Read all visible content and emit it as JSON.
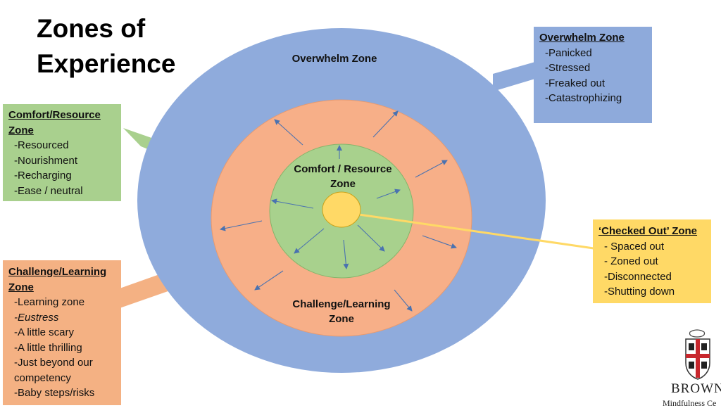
{
  "title": "Zones of\nExperience",
  "colors": {
    "overwhelm": "#8fabdc",
    "challenge": "#f7af88",
    "comfort": "#a8d18d",
    "checked_out": "#ffd966",
    "comfort_box": "#a9d08e",
    "overwhelm_box": "#8eaadb",
    "challenge_box": "#f4b183",
    "checked_box": "#ffd966",
    "arrow": "#4a72b0"
  },
  "zones": {
    "overwhelm": "Overwhelm  Zone",
    "comfort": "Comfort / Resource\nZone",
    "challenge": "Challenge/Learning\nZone"
  },
  "boxes": {
    "overwhelm": {
      "title": "Overwhelm Zone",
      "items": [
        "-Panicked",
        "-Stressed",
        "-Freaked out",
        "-Catastrophizing"
      ]
    },
    "comfort": {
      "title": "Comfort/Resource\nZone",
      "items": [
        "-Resourced",
        "-Nourishment",
        "-Recharging",
        "-Ease / neutral"
      ]
    },
    "checked_out": {
      "title": "‘Checked Out’ Zone",
      "items": [
        "- Spaced out",
        "- Zoned out",
        "-Disconnected",
        "-Shutting down"
      ]
    },
    "challenge": {
      "title": "Challenge/Learning\nZone",
      "items": [
        "-Learning zone",
        "-Eustress",
        "-A little scary",
        "-A little thrilling",
        "-Just beyond our\n   competency",
        "-Baby steps/risks"
      ]
    }
  },
  "logo": {
    "name": "BROWN",
    "subtitle": "Mindfulness Ce"
  }
}
